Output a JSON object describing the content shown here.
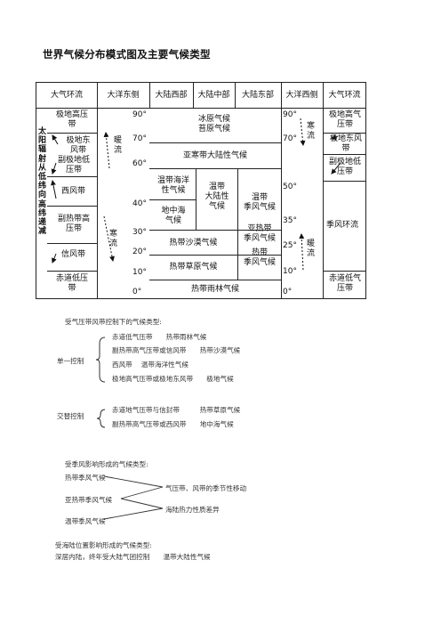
{
  "title": "世界气候分布模式图及主要气候类型",
  "diagram": {
    "headers": [
      "大气环流",
      "大洋东侧",
      "大陆西部",
      "大陆中部",
      "大陆东部",
      "大洋西侧",
      "大气环流"
    ],
    "side_label": "太阳辐射从低纬向高纬递减",
    "left_pressure": [
      "极地高压带",
      "极地东风带",
      "副极地低压带",
      "西风带",
      "副热带高压带",
      "信风带",
      "赤道低压带"
    ],
    "right_pressure": [
      "极地高气压带",
      "极地东风带",
      "副极地低压带",
      "季风环流",
      "赤道低气压带"
    ],
    "left_lat": [
      "90°",
      "70°",
      "60°",
      "40°",
      "30°",
      "20°",
      "10°",
      "0°"
    ],
    "right_lat": [
      "90°",
      "70°",
      "50°",
      "35°",
      "25°",
      "10°",
      "0°"
    ],
    "currents": {
      "left_warm": "暖流",
      "left_cold": "寒流",
      "right_cold": "寒流",
      "right_warm": "暖流"
    },
    "climates": {
      "polar": "冰原气候\n苔原气候",
      "subarctic": "亚寒带大陆性气候",
      "temperate_marine": "温带海洋\n性气候",
      "mediterranean": "地中海\n气候",
      "temperate_continental": "温带\n大陆性\n气候",
      "temperate_monsoon": "温带\n季风气候",
      "subtropical_monsoon": "亚热带\n季风气候",
      "tropical_desert": "热带沙漠气候",
      "tropical_monsoon": "热带\n季风气候",
      "savanna": "热带草原气候",
      "rainforest": "热带雨林气候"
    }
  },
  "notes": {
    "pressure_intro": "受气压带风带控制下的气候类型:",
    "single_label": "单一控制",
    "single_lines": [
      "赤道低气压带　　热带雨林气候",
      "副热带高气压带或信风带　　热带沙漠气候",
      "西风带　 温带海洋性气候",
      "极地高气压带或极地东风带　　极地气候"
    ],
    "alt_label": "交替控制",
    "alt_lines": [
      "赤道地气压带与信封带　　　热带草原气候",
      "副热带高气压带或西风带　　地中海气候"
    ],
    "monsoon_intro": "受季风影响形成的气候类型:",
    "monsoon_left": [
      "热带季风气候",
      "亚热带季风气候",
      "温带季风气候"
    ],
    "monsoon_right": [
      "气压带、风带的季节性移动",
      "海陆热力性质差异"
    ],
    "land_intro": "受海陆位置影响形成的气候类型:",
    "land_line": "深居内陆，终年受大陆气团控制　　温带大陆性气候"
  }
}
